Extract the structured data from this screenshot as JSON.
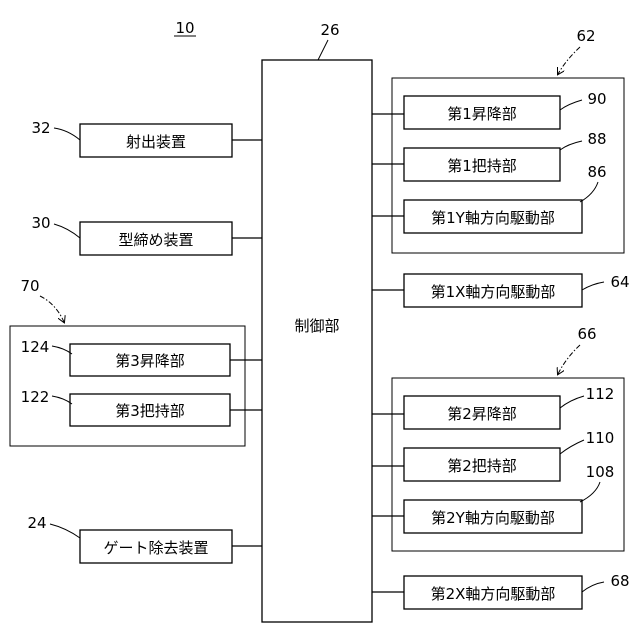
{
  "figure": {
    "ref": "10"
  },
  "controller": {
    "ref": "26",
    "label": "制御部"
  },
  "left_blocks": [
    {
      "ref": "32",
      "label": "射出装置"
    },
    {
      "ref": "30",
      "label": "型締め装置"
    },
    {
      "ref": "24",
      "label": "ゲート除去装置"
    }
  ],
  "group_70": {
    "ref": "70",
    "items": [
      {
        "ref": "124",
        "label": "第3昇降部"
      },
      {
        "ref": "122",
        "label": "第3把持部"
      }
    ]
  },
  "group_62": {
    "ref": "62",
    "items": [
      {
        "ref": "90",
        "label": "第1昇降部"
      },
      {
        "ref": "88",
        "label": "第1把持部"
      },
      {
        "ref": "86",
        "label": "第1Y軸方向駆動部"
      }
    ]
  },
  "x_drive_1": {
    "ref": "64",
    "label": "第1X軸方向駆動部"
  },
  "group_66": {
    "ref": "66",
    "items": [
      {
        "ref": "112",
        "label": "第2昇降部"
      },
      {
        "ref": "110",
        "label": "第2把持部"
      },
      {
        "ref": "108",
        "label": "第2Y軸方向駆動部"
      }
    ]
  },
  "x_drive_2": {
    "ref": "68",
    "label": "第2X軸方向駆動部"
  }
}
